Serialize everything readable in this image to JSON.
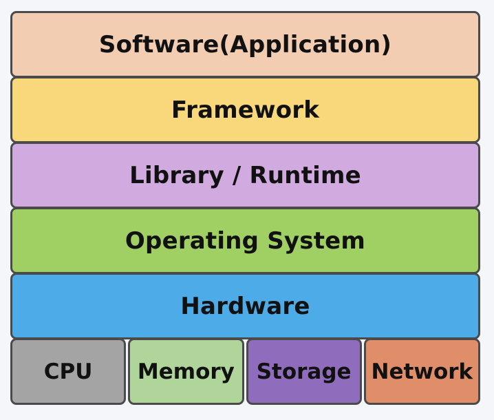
{
  "layers": [
    {
      "label": "Software(Application)",
      "color": "#f3cdb2"
    },
    {
      "label": "Framework",
      "color": "#f8d87a"
    },
    {
      "label": "Library / Runtime",
      "color": "#d1aadf"
    },
    {
      "label": "Operating System",
      "color": "#a0d063"
    },
    {
      "label": "Hardware",
      "color": "#4dabe8"
    }
  ],
  "components": [
    {
      "label": "CPU",
      "color": "#a4a4a4"
    },
    {
      "label": "Memory",
      "color": "#afd59a"
    },
    {
      "label": "Storage",
      "color": "#8f6dbc"
    },
    {
      "label": "Network",
      "color": "#e08e6a"
    }
  ]
}
